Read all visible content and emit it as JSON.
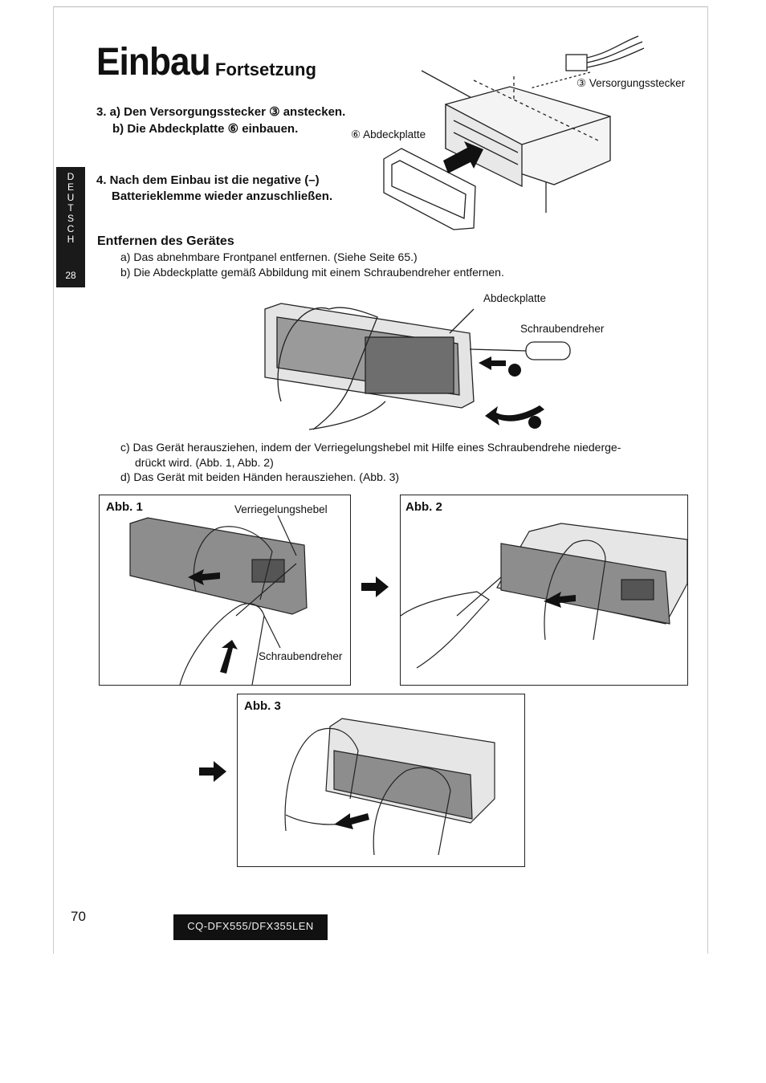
{
  "header": {
    "title": "Einbau",
    "subtitle": "Fortsetzung"
  },
  "side_tab": {
    "letters": "D E U T S C H",
    "page": "28"
  },
  "steps": {
    "step3a": "3. a) Den Versorgungsstecker ③ anstecken.",
    "step3b": "b) Die Abdeckplatte ⑥ einbauen.",
    "step4_line1": "4. Nach dem Einbau ist die negative (–)",
    "step4_line2": "Batterieklemme wieder anzuschließen."
  },
  "top_figure": {
    "label_connector": "③ Versorgungsstecker",
    "label_plate": "⑥ Abdeckplatte"
  },
  "removal": {
    "heading": "Entfernen des Gerätes",
    "a": "a) Das abnehmbare Frontpanel entfernen. (Siehe Seite 65.)",
    "b": "b) Die Abdeckplatte gemäß Abbildung mit einem Schraubendreher entfernen.",
    "c_line1": "c) Das Gerät herausziehen, indem der Verriegelungshebel mit Hilfe eines Schraubendrehe niederge-",
    "c_line2": "drückt wird. (Abb. 1, Abb. 2)",
    "d": "d) Das Gerät mit beiden Händen herausziehen. (Abb. 3)"
  },
  "middle_figure": {
    "label_plate": "Abdeckplatte",
    "label_screwdriver": "Schraubendreher",
    "marker1": "❶",
    "marker2": "❷"
  },
  "figures": {
    "abb1": {
      "title": "Abb. 1",
      "label_lever": "Verriegelungshebel",
      "label_screwdriver": "Schraubendreher"
    },
    "abb2": {
      "title": "Abb. 2"
    },
    "abb3": {
      "title": "Abb. 3"
    }
  },
  "footer": {
    "page_number": "70",
    "model": "CQ-DFX555/DFX355LEN"
  }
}
